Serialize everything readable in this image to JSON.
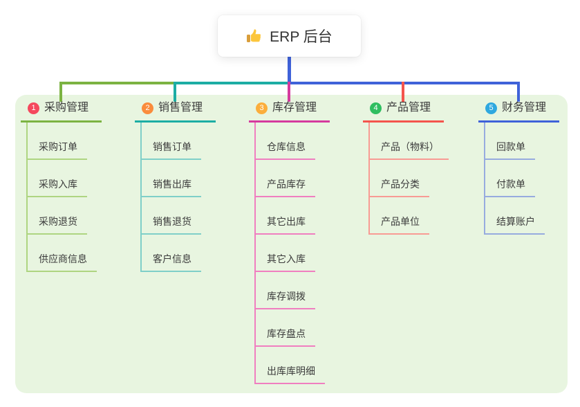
{
  "root": {
    "title": "ERP 后台",
    "icon": "thumbs-up",
    "connector_color": "#3F62D9"
  },
  "canvas": {
    "background": "#FFFFFF",
    "panel_color": "#E8F5E0",
    "text_color": "#3B3B3B"
  },
  "branches": [
    {
      "badge": "1",
      "badge_color": "#F5485D",
      "title": "采购管理",
      "line_color": "#7CB342",
      "item_line_color": "#AED581",
      "items": [
        "采购订单",
        "采购入库",
        "采购退货",
        "供应商信息"
      ]
    },
    {
      "badge": "2",
      "badge_color": "#FA8C3C",
      "title": "销售管理",
      "line_color": "#1CADA4",
      "item_line_color": "#7FCFC8",
      "items": [
        "销售订单",
        "销售出库",
        "销售退货",
        "客户信息"
      ]
    },
    {
      "badge": "3",
      "badge_color": "#FBAE3C",
      "title": "库存管理",
      "line_color": "#D53A9E",
      "item_line_color": "#F07EC0",
      "items": [
        "仓库信息",
        "产品库存",
        "其它出库",
        "其它入库",
        "库存调拨",
        "库存盘点",
        "出库库明细"
      ]
    },
    {
      "badge": "4",
      "badge_color": "#2FBE60",
      "title": "产品管理",
      "line_color": "#F4544D",
      "item_line_color": "#F89B94",
      "items": [
        "产品（物料）",
        "产品分类",
        "产品单位"
      ]
    },
    {
      "badge": "5",
      "badge_color": "#2FA8DF",
      "title": "财务管理",
      "line_color": "#3F62D9",
      "item_line_color": "#97ABDF",
      "items": [
        "回款单",
        "付款单",
        "结算账户"
      ]
    }
  ]
}
